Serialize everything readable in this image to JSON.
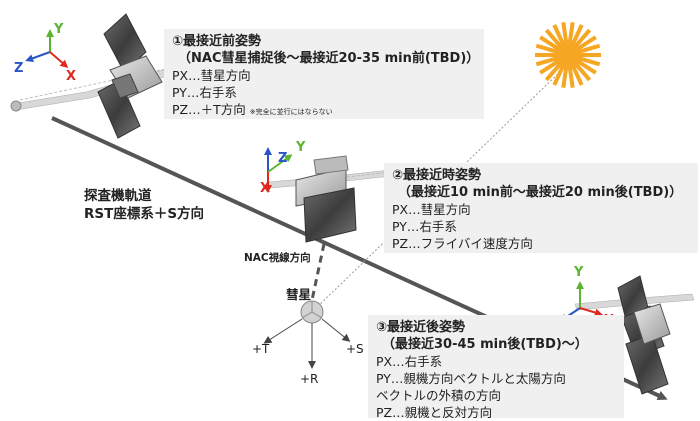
{
  "box1": {
    "title": "①最接近前姿勢",
    "subtitle": "（NAC彗星捕捉後〜最接近20-35 min前(TBD)）",
    "lines": [
      "PX…彗星方向",
      "PY…右手系",
      "PZ…＋T方向"
    ],
    "note": "※完全に並行にはならない"
  },
  "box2": {
    "title": "②最接近時姿勢",
    "subtitle": "（最接近10 min前〜最接近20 min後(TBD)）",
    "lines": [
      "PX…彗星方向",
      "PY…右手系",
      "PZ…フライバイ速度方向"
    ]
  },
  "box3": {
    "title": "③最接近後姿勢",
    "subtitle": "（最接近30-45 min後(TBD)〜）",
    "lines": [
      "PX…右手系",
      "PY…親機方向ベクトルと太陽方向",
      "ベクトルの外積の方向",
      "PZ…親機と反対方向"
    ]
  },
  "trajectory_label": [
    "探査機軌道",
    "RST座標系＋S方向"
  ],
  "nac_label": "NAC視線方向",
  "comet_label": "彗星",
  "rst_axes": {
    "t": "+T",
    "s": "+S",
    "r": "+R"
  },
  "sc_axes": {
    "x": "X",
    "y": "Y",
    "z": "Z"
  },
  "colors": {
    "x_axis": "#e0281e",
    "y_axis": "#5cb531",
    "z_axis": "#2a55c8",
    "sun": "#f5a623",
    "trajectory": "#555555"
  }
}
